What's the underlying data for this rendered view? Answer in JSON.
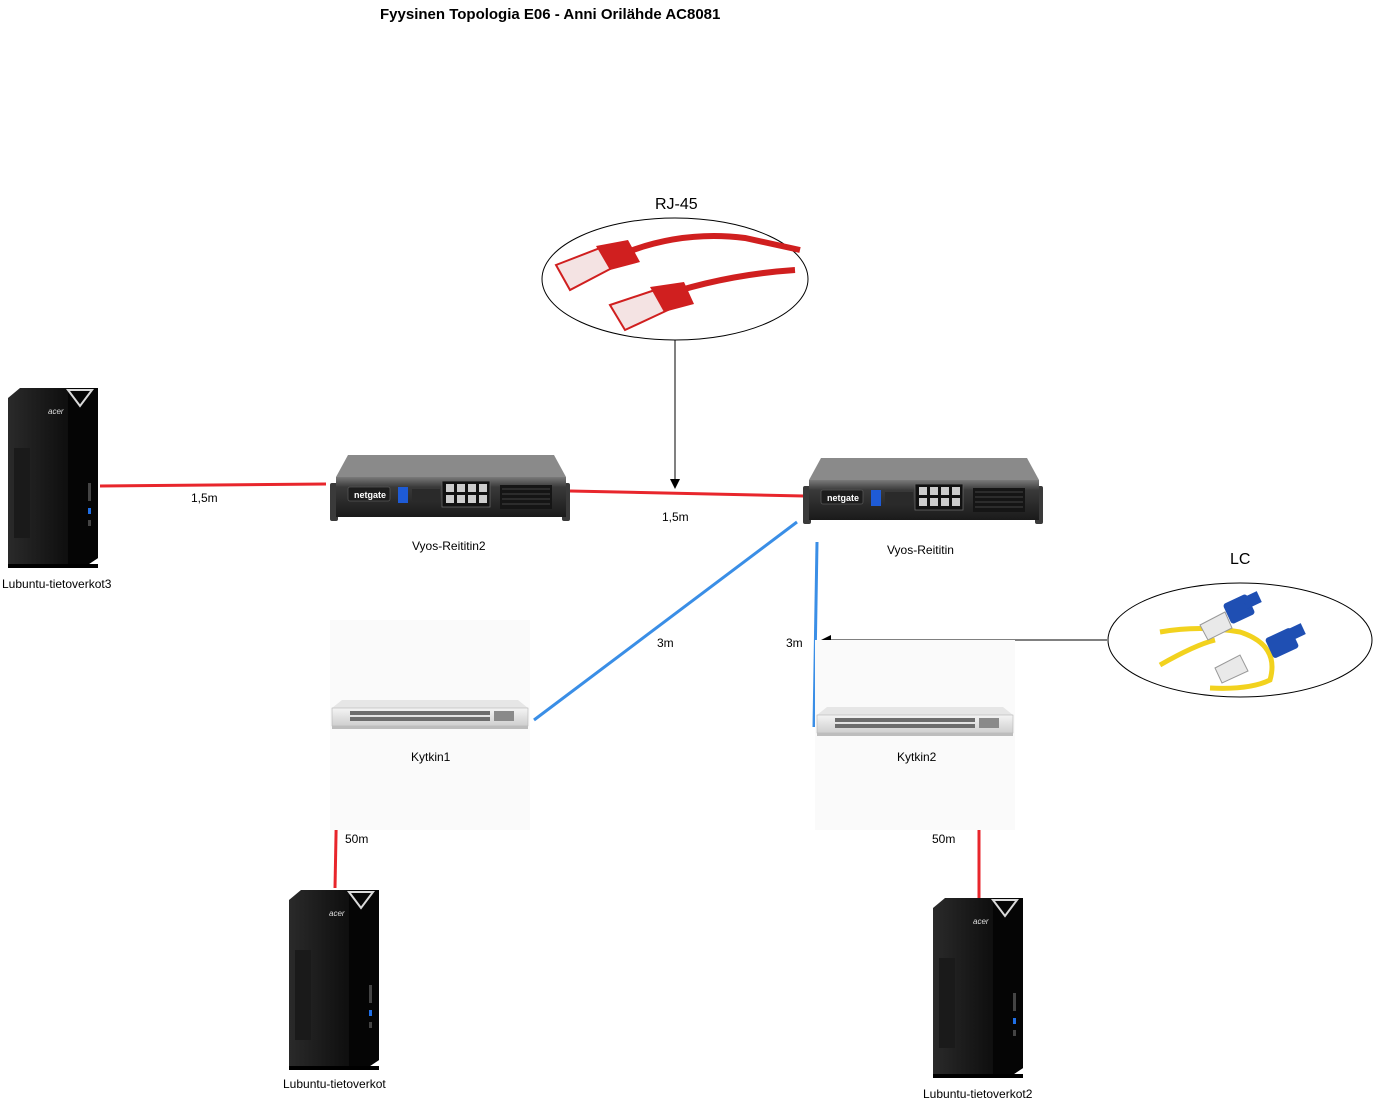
{
  "title": "Fyysinen Topologia E06 - Anni Orilähde AC8081",
  "legend": {
    "rj45": {
      "label": "RJ-45",
      "icon": "rj45-cable-icon"
    },
    "lc": {
      "label": "LC",
      "icon": "lc-fiber-cable-icon"
    }
  },
  "devices": {
    "pc3": {
      "label": "Lubuntu-tietoverkot3",
      "icon": "desktop-tower-icon"
    },
    "pc1": {
      "label": "Lubuntu-tietoverkot",
      "icon": "desktop-tower-icon"
    },
    "pc2": {
      "label": "Lubuntu-tietoverkot2",
      "icon": "desktop-tower-icon"
    },
    "router2": {
      "label": "Vyos-Reititin2",
      "brand": "netgate",
      "icon": "rack-router-icon"
    },
    "router1": {
      "label": "Vyos-Reititin",
      "brand": "netgate",
      "icon": "rack-router-icon"
    },
    "switch1": {
      "label": "Kytkin1",
      "icon": "rack-switch-icon"
    },
    "switch2": {
      "label": "Kytkin2",
      "icon": "rack-switch-icon"
    },
    "pc_brand": "acer"
  },
  "links": {
    "pc3_router2": "1,5m",
    "router2_router1": "1,5m",
    "router1_switch1": "3m",
    "router1_switch2": "3m",
    "switch1_pc1": "50m",
    "switch2_pc2": "50m"
  },
  "colors": {
    "copper": "#e8262c",
    "fiber": "#3a8ee6",
    "rj45_cable": "#d01f1f",
    "lc_cable": "#f2d21e",
    "lc_connector": "#1f4fb3"
  }
}
